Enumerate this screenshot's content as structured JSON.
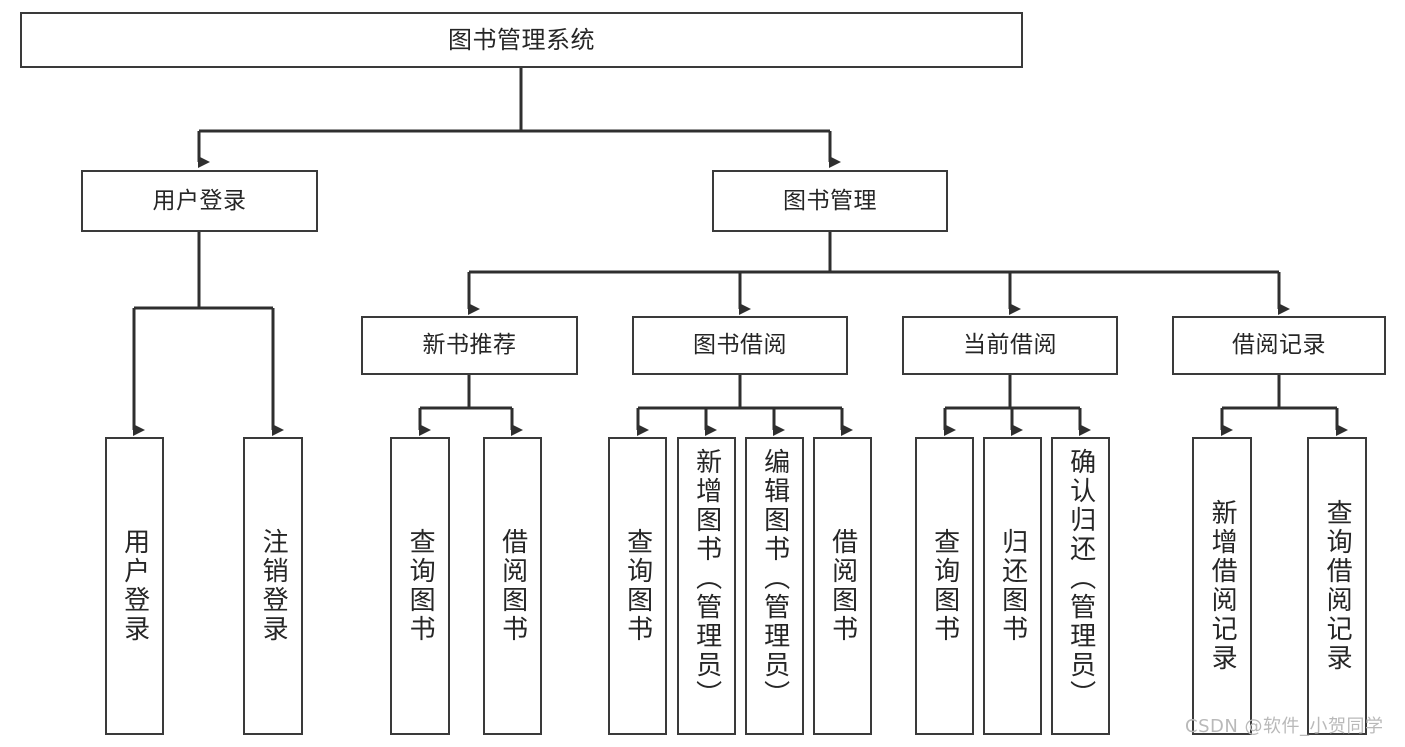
{
  "diagram": {
    "title": "图书管理系统",
    "type": "tree-hierarchy-chart",
    "colors": {
      "box_border": "#3a3a3a",
      "box_fill": "#ffffff",
      "edge": "#2f2f2f",
      "text": "#262626",
      "watermark": "#b9b9b9",
      "background": "#ffffff"
    },
    "nodes": {
      "root": {
        "label": "图书管理系统"
      },
      "level2": [
        {
          "id": "user-login",
          "label": "用户登录"
        },
        {
          "id": "book-management",
          "label": "图书管理"
        }
      ],
      "level3": [
        {
          "id": "new-book-recommend",
          "label": "新书推荐"
        },
        {
          "id": "book-borrow",
          "label": "图书借阅"
        },
        {
          "id": "current-borrow",
          "label": "当前借阅"
        },
        {
          "id": "borrow-record",
          "label": "借阅记录"
        }
      ],
      "leaves": {
        "user-login": [
          {
            "id": "login",
            "label": "用户登录"
          },
          {
            "id": "logout",
            "label": "注销登录"
          }
        ],
        "new-book-recommend": [
          {
            "id": "query-book-1",
            "label": "查询图书"
          },
          {
            "id": "borrow-book-1",
            "label": "借阅图书"
          }
        ],
        "book-borrow": [
          {
            "id": "query-book-2",
            "label": "查询图书"
          },
          {
            "id": "add-book",
            "label": "新增图书（管理员）"
          },
          {
            "id": "edit-book",
            "label": "编辑图书（管理员）"
          },
          {
            "id": "borrow-book-2",
            "label": "借阅图书"
          }
        ],
        "current-borrow": [
          {
            "id": "query-book-3",
            "label": "查询图书"
          },
          {
            "id": "return-book",
            "label": "归还图书"
          },
          {
            "id": "confirm-return",
            "label": "确认归还（管理员）"
          }
        ],
        "borrow-record": [
          {
            "id": "add-borrow-record",
            "label": "新增借阅记录"
          },
          {
            "id": "query-borrow-record",
            "label": "查询借阅记录"
          }
        ]
      }
    },
    "watermark": "CSDN @软件_小贺同学"
  }
}
